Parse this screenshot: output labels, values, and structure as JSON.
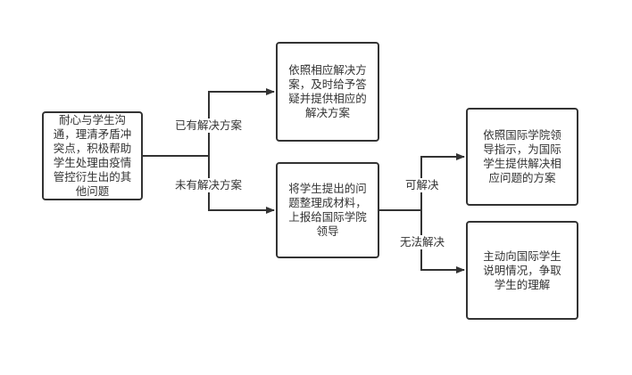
{
  "diagram": {
    "type": "flowchart",
    "colors": {
      "stroke": "#333333",
      "background": "#ffffff",
      "text": "#333333"
    },
    "nodes": {
      "start": "耐心与学生沟通，理清矛盾冲突点，积极帮助学生处理由疫情管控衍生出的其他问题",
      "solution_exists": "依照相应解决方案，及时给予答疑并提供相应的解决方案",
      "no_solution": "将学生提出的问题整理成材料，上报给国际学院领导",
      "solvable": "依照国际学院领导指示，为国际学生提供解决相应问题的方案",
      "unsolvable": "主动向国际学生说明情况，争取学生的理解"
    },
    "edges": {
      "has_solution": "已有解决方案",
      "no_solution": "未有解决方案",
      "solvable": "可解决",
      "unsolvable": "无法解决"
    }
  }
}
